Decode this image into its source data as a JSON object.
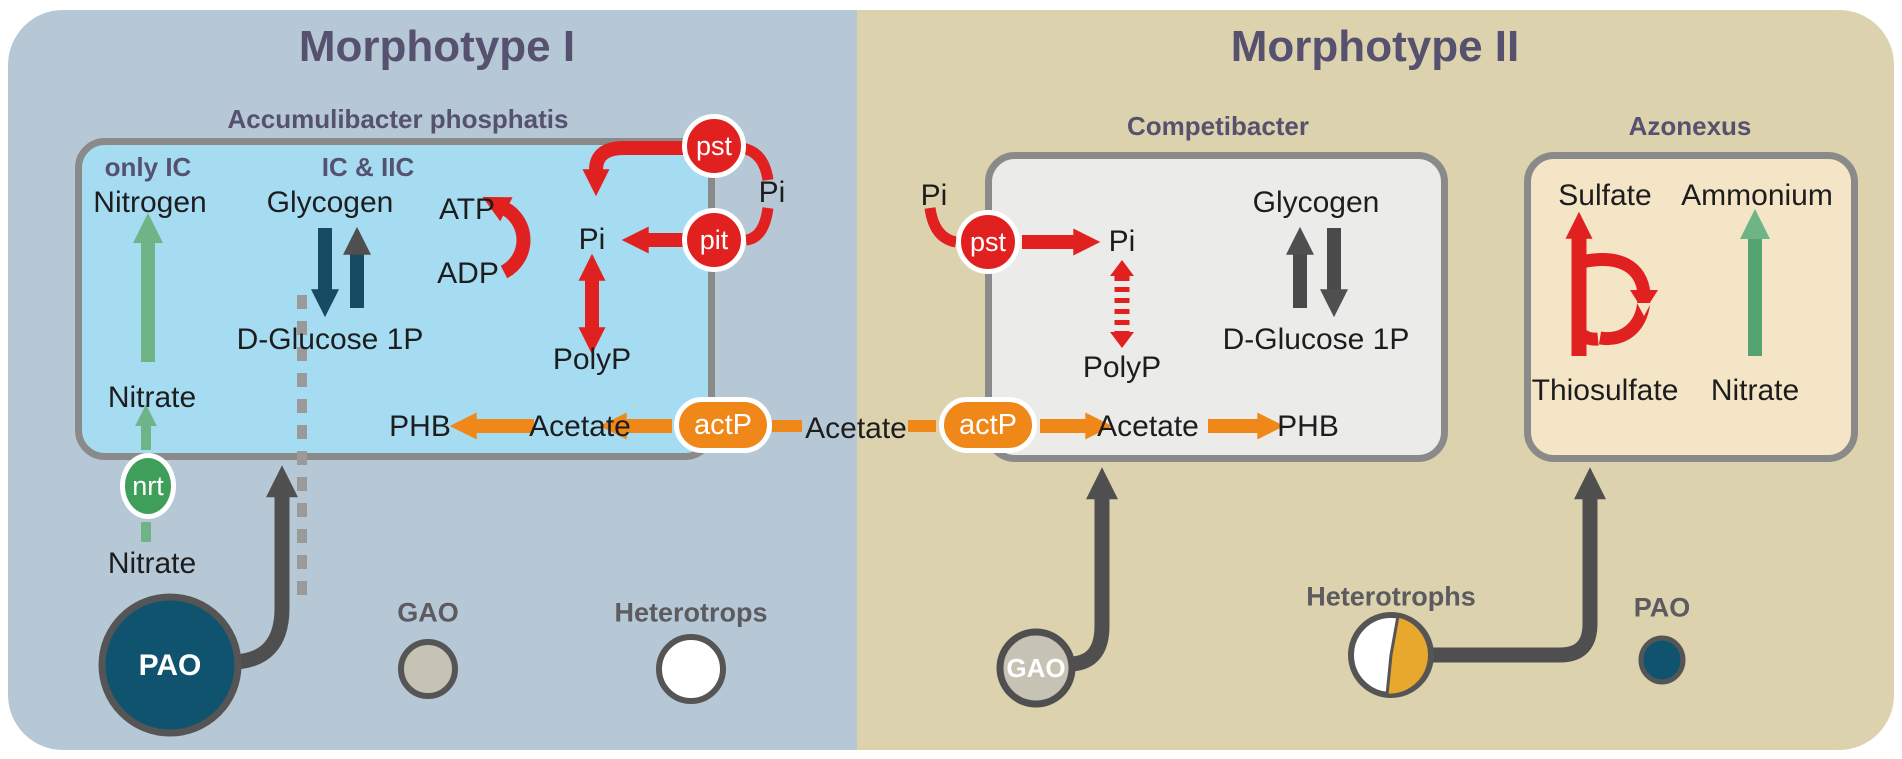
{
  "colors": {
    "panel_left_bg": "#b6c8d6",
    "panel_right_bg": "#ddd2ae",
    "cell_accumulibacter_bg": "#a6dcf2",
    "cell_competibacter_bg": "#ebebe9",
    "cell_azonexus_bg": "#f3e5c5",
    "cell_border": "#8a8a8a",
    "heading_purple": "#55516e",
    "red": "#e12120",
    "orange": "#f08719",
    "green_light": "#6eb487",
    "green_dark": "#3f9e5a",
    "teal": "#164b63",
    "pao_blue": "#10536e",
    "gray_arrow": "#4f4f4f",
    "gao_fill": "#c6c2b4",
    "pie_orange": "#e8a82e"
  },
  "morphotype1": {
    "title": "Morphotype I",
    "cell": {
      "label": "Accumulibacter phosphatis",
      "region_left": "only IC",
      "region_right": "IC & IIC",
      "nitrogen": "Nitrogen",
      "nitrate_inside": "Nitrate",
      "glycogen": "Glycogen",
      "atp": "ATP",
      "adp": "ADP",
      "pi_inside": "Pi",
      "d_glucose": "D-Glucose 1P",
      "polyp": "PolyP",
      "phb": "PHB",
      "acetate_inside": "Acetate"
    },
    "pi_outside": "Pi",
    "nitrate_outside": "Nitrate",
    "transporters": {
      "pst": "pst",
      "pit": "pit",
      "nrt": "nrt",
      "actp": "actP"
    },
    "organisms": {
      "pao": "PAO",
      "gao": "GAO",
      "heterotrophs": "Heterotrops"
    }
  },
  "between": {
    "acetate": "Acetate"
  },
  "morphotype2": {
    "title": "Morphotype II",
    "competibacter": {
      "label": "Competibacter",
      "pi_outside": "Pi",
      "pi_inside": "Pi",
      "polyp": "PolyP",
      "glycogen": "Glycogen",
      "d_glucose": "D-Glucose 1P",
      "acetate_inside": "Acetate",
      "phb": "PHB",
      "pst": "pst",
      "actp": "actP"
    },
    "azonexus": {
      "label": "Azonexus",
      "sulfate": "Sulfate",
      "ammonium": "Ammonium",
      "thiosulfate": "Thiosulfate",
      "nitrate": "Nitrate"
    },
    "organisms": {
      "gao": "GAO",
      "heterotrophs": "Heterotrophs",
      "pao": "PAO"
    }
  }
}
